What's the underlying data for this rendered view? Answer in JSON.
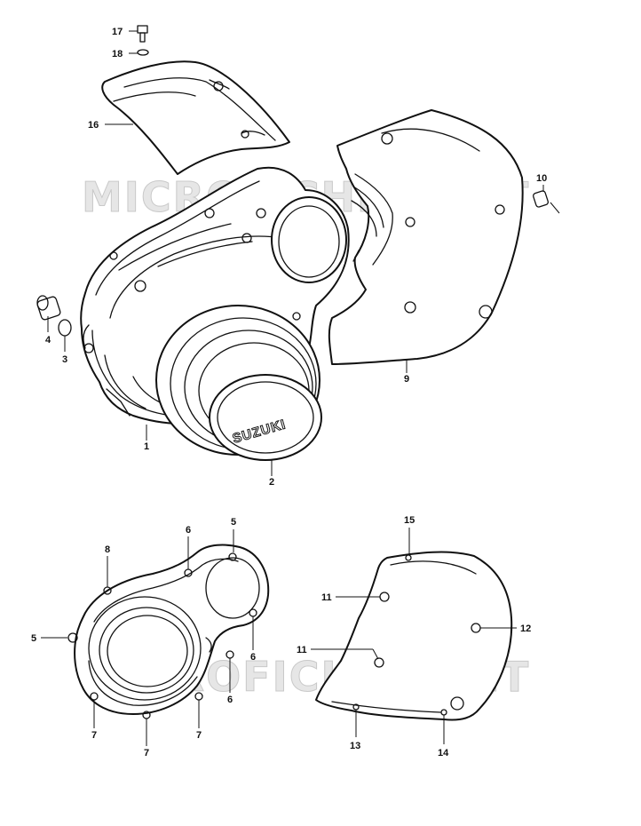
{
  "watermark": {
    "top": "MICROFICHES.NET",
    "bottom": "MICROFICHES.NET"
  },
  "badge_text": "SUZUKI",
  "callouts": [
    {
      "id": "c17",
      "text": "17"
    },
    {
      "id": "c18",
      "text": "18"
    },
    {
      "id": "c16",
      "text": "16"
    },
    {
      "id": "c10",
      "text": "10"
    },
    {
      "id": "c4",
      "text": "4"
    },
    {
      "id": "c3",
      "text": "3"
    },
    {
      "id": "c9",
      "text": "9"
    },
    {
      "id": "c1",
      "text": "1"
    },
    {
      "id": "c2",
      "text": "2"
    },
    {
      "id": "c5a",
      "text": "5"
    },
    {
      "id": "c6a",
      "text": "6"
    },
    {
      "id": "c8",
      "text": "8"
    },
    {
      "id": "c5b",
      "text": "5"
    },
    {
      "id": "c6b",
      "text": "6"
    },
    {
      "id": "c6c",
      "text": "6"
    },
    {
      "id": "c7a",
      "text": "7"
    },
    {
      "id": "c7b",
      "text": "7"
    },
    {
      "id": "c7c",
      "text": "7"
    },
    {
      "id": "c15",
      "text": "15"
    },
    {
      "id": "c11a",
      "text": "11"
    },
    {
      "id": "c12",
      "text": "12"
    },
    {
      "id": "c11b",
      "text": "11"
    },
    {
      "id": "c13",
      "text": "13"
    },
    {
      "id": "c14",
      "text": "14"
    }
  ]
}
